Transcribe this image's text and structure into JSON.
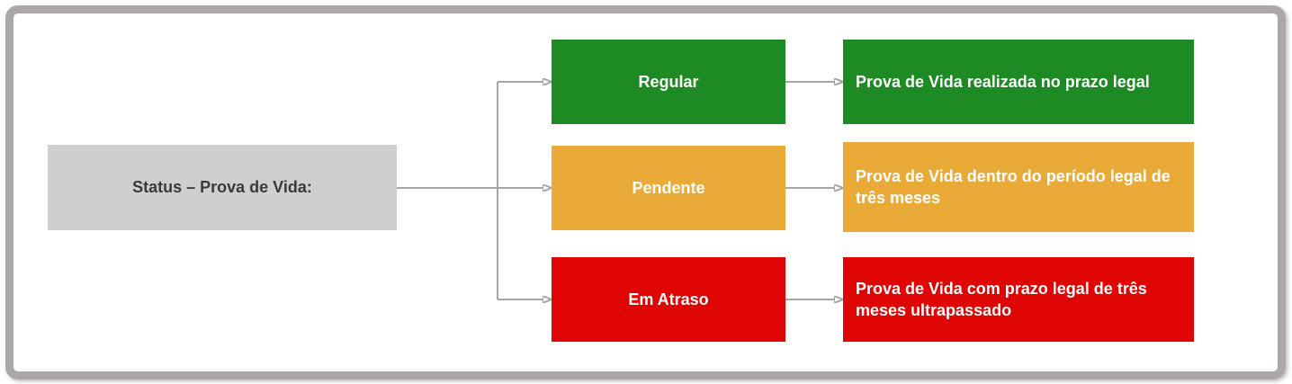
{
  "diagram": {
    "root": {
      "label": "Status – Prova de Vida:",
      "bg": "#d0cece",
      "text_color": "#3a3a3a"
    },
    "statuses": [
      {
        "name": "Regular",
        "description": "Prova de Vida realizada no prazo legal",
        "color": "#1e8a23",
        "text_color": "#ffffff"
      },
      {
        "name": "Pendente",
        "description": "Prova de Vida dentro do período legal de três meses",
        "color": "#e9aa38",
        "text_color": "#ffffff"
      },
      {
        "name": "Em Atraso",
        "description": "Prova de Vida com prazo legal de três meses ultrapassado",
        "color": "#e00505",
        "text_color": "#ffffff"
      }
    ],
    "connector_color": "#a6a6a6",
    "frame_color": "#aca8a8",
    "background_color": "#ffffff"
  }
}
